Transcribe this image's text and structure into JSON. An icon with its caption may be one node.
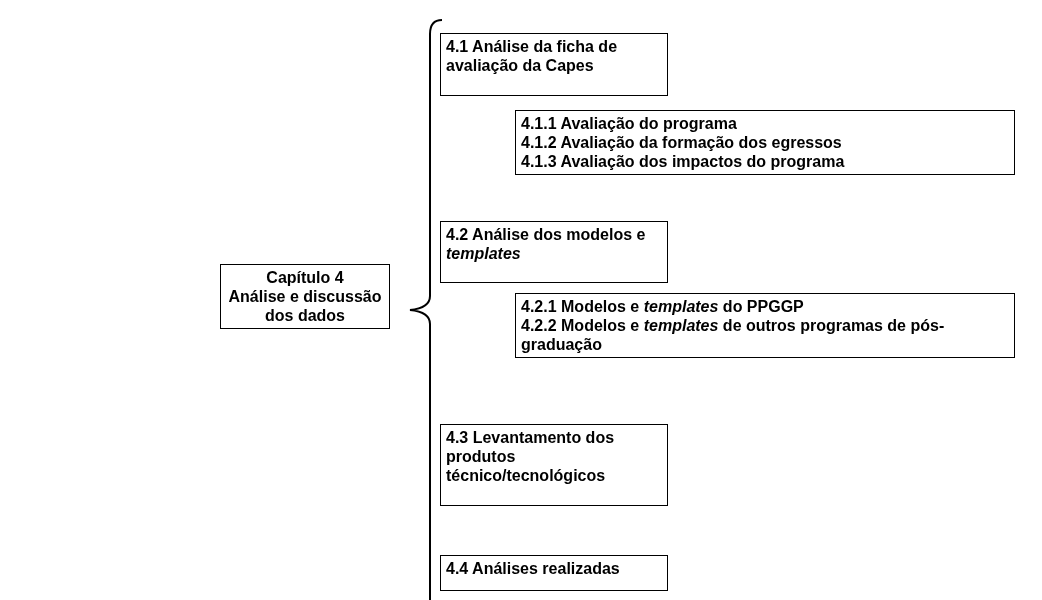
{
  "diagram": {
    "nodes": [
      {
        "text": [
          "Capítulo 4",
          "Análise e discussão dos dados"
        ]
      },
      {
        "text": [
          "4.1 Análise da ficha de avaliação da Capes"
        ]
      },
      {
        "text": [
          "4.1.1 Avaliação do programa",
          "4.1.2 Avaliação da formação dos egressos",
          "4.1.3 Avaliação dos impactos do programa"
        ]
      },
      {
        "text": [
          "4.2 Análise dos modelos e *templates*"
        ]
      },
      {
        "text": [
          "4.2.1 Modelos e *templates* do PPGGP",
          "4.2.2 Modelos e *templates* de outros programas de pós-graduação"
        ]
      },
      {
        "text": [
          "4.3 Levantamento dos produtos técnico/tecnológicos"
        ]
      },
      {
        "text": [
          "4.4 Análises realizadas"
        ]
      }
    ],
    "edges": []
  }
}
